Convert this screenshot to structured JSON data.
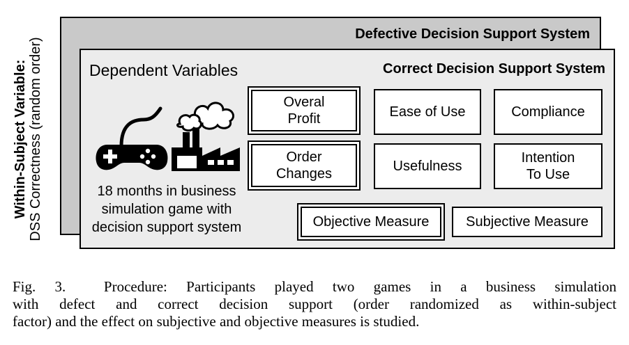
{
  "side_label": {
    "title": "Within-Subject Variable:",
    "subtitle": "DSS Correctness (random order)"
  },
  "back_panel": {
    "title": "Defective Decision Support System"
  },
  "front_panel": {
    "title": "Correct Decision Support System",
    "heading": "Dependent Variables",
    "game_description": [
      "18 months in business",
      "simulation game with",
      "decision support system"
    ]
  },
  "objective_boxes": [
    {
      "line1": "Overal",
      "line2": "Profit"
    },
    {
      "line1": "Order",
      "line2": "Changes"
    }
  ],
  "subjective_boxes": [
    {
      "line1": "Ease of Use",
      "line2": ""
    },
    {
      "line1": "Compliance",
      "line2": ""
    },
    {
      "line1": "Usefulness",
      "line2": ""
    },
    {
      "line1": "Intention",
      "line2": "To Use"
    }
  ],
  "legend": {
    "objective": "Objective Measure",
    "subjective": "Subjective Measure"
  },
  "icons": [
    "gamepad-icon",
    "factory-icon"
  ],
  "caption": {
    "label": "Fig. 3.",
    "lines": [
      "Procedure: Participants played two games in a business simulation",
      "with defect and correct decision support (order randomized as within-subject",
      "factor) and the effect on subjective and objective measures is studied."
    ]
  }
}
